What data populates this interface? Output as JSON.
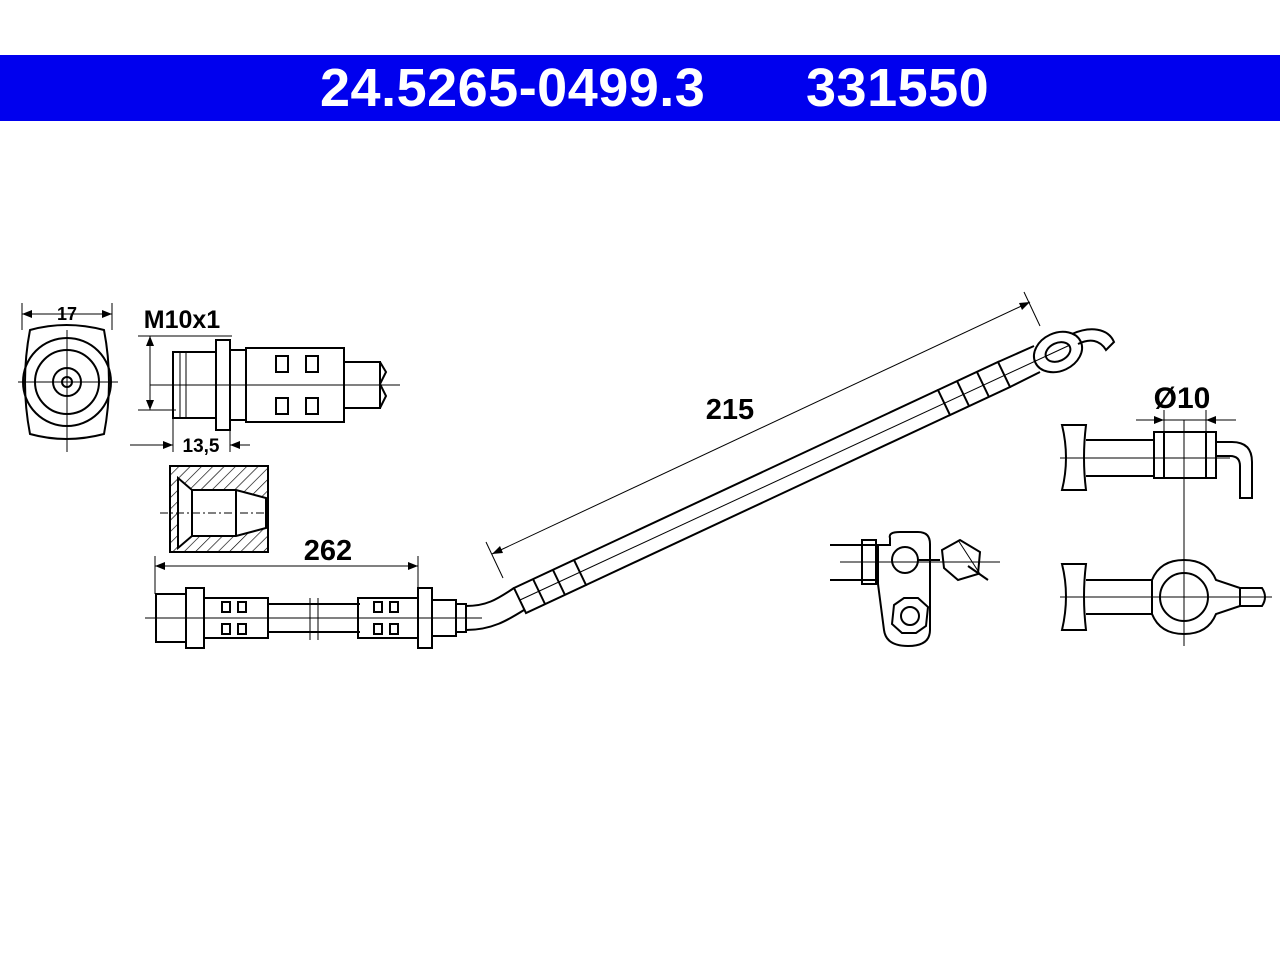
{
  "header": {
    "part_number": "24.5265-0499.3",
    "reference_number": "331550",
    "background_color": "#0000ee",
    "text_color": "#ffffff"
  },
  "dimensions": {
    "hex_width": "17",
    "thread": "M10x1",
    "thread_length": "13,5",
    "length_short": "262",
    "length_long": "215",
    "eye_diameter": "Ø10"
  }
}
